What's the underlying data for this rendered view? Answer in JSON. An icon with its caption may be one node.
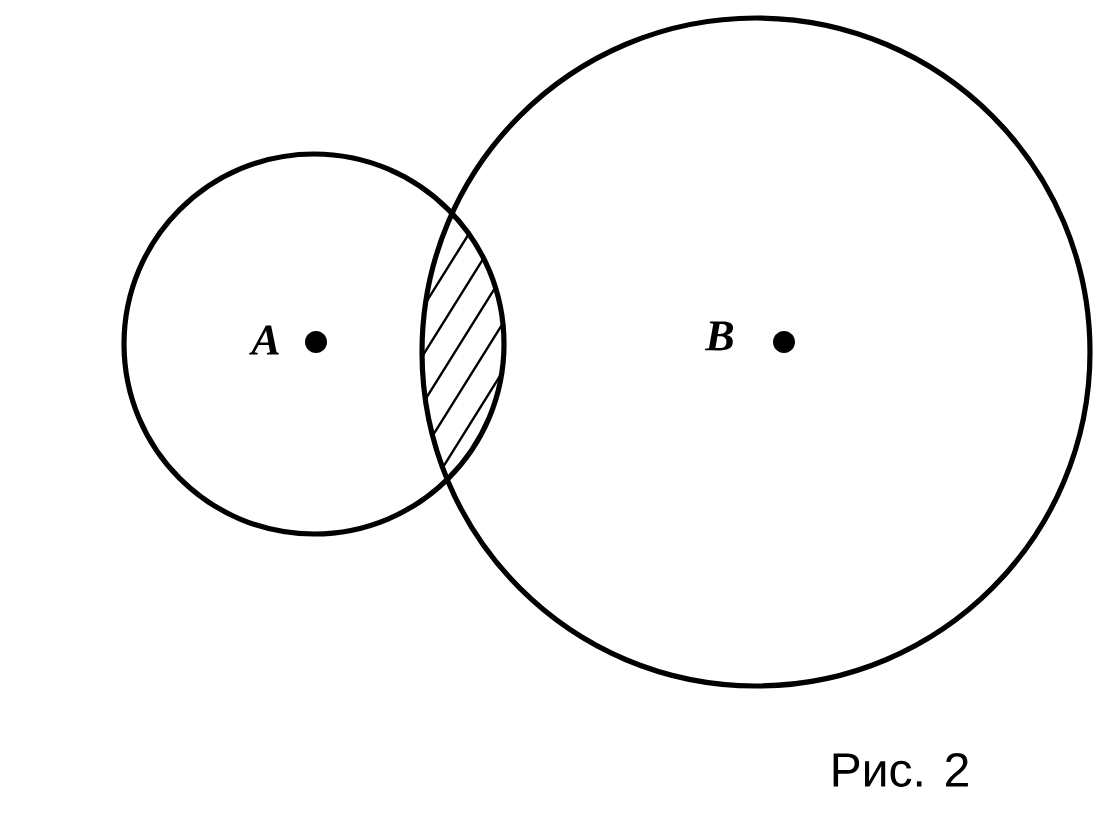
{
  "diagram": {
    "caption": "Рис. 2",
    "nodes": [
      {
        "text": [
          "A"
        ]
      },
      {
        "text": [
          "B"
        ]
      }
    ]
  }
}
